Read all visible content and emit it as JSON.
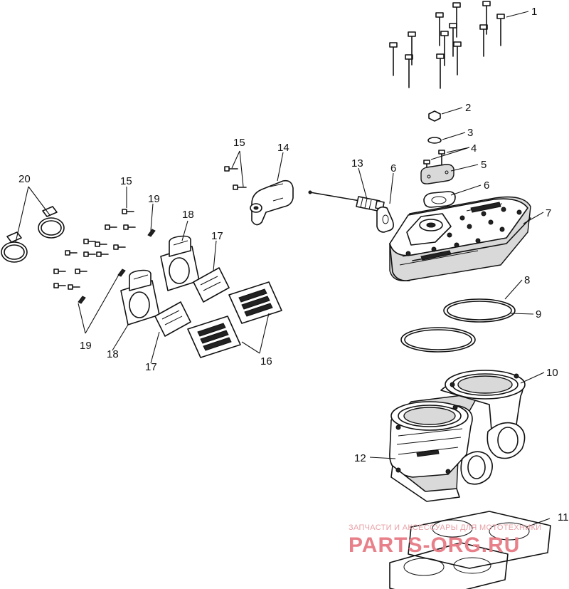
{
  "labels": {
    "l1": "1",
    "l2": "2",
    "l3": "3",
    "l4": "4",
    "l5": "5",
    "l6a": "6",
    "l6b": "6",
    "l7": "7",
    "l8": "8",
    "l9": "9",
    "l10": "10",
    "l11": "11",
    "l12": "12",
    "l13": "13",
    "l14": "14",
    "l15a": "15",
    "l15b": "15",
    "l16": "16",
    "l17a": "17",
    "l17b": "17",
    "l18a": "18",
    "l18b": "18",
    "l19a": "19",
    "l19b": "19",
    "l20": "20"
  },
  "watermark": {
    "line1": "ЗАПЧАСТИ И АКСЕССУАРЫ ДЛЯ МОТОТЕХНИКИ",
    "line2": "PARTS-ORG.RU"
  },
  "colors": {
    "ink": "#111111",
    "background": "#ffffff",
    "watermark": "#e8808a"
  }
}
